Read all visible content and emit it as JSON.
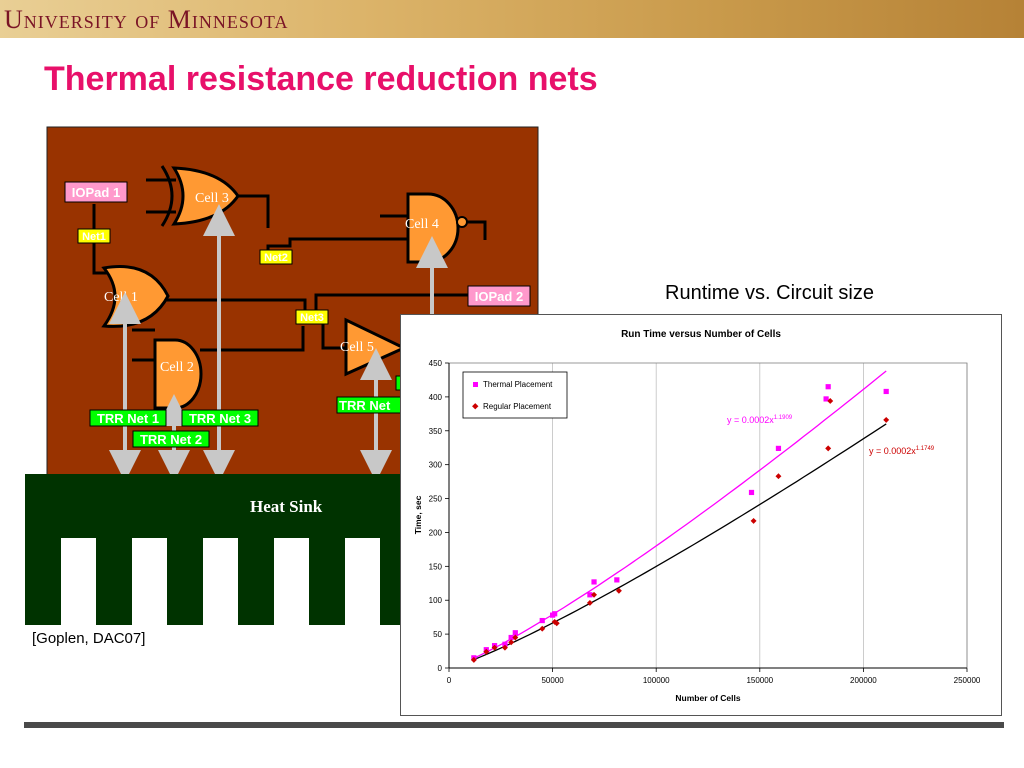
{
  "header": {
    "banner_text": "University of Minnesota"
  },
  "slide": {
    "title": "Thermal resistance reduction nets",
    "caption": "Runtime vs. Circuit size",
    "citation": "[Goplen, DAC07]"
  },
  "diagram": {
    "background_color": "#993300",
    "heat_sink_color": "#003300",
    "iopad_1": "IOPad 1",
    "iopad_2": "IOPad 2",
    "cell_1": "Cell 1",
    "cell_2": "Cell 2",
    "cell_3": "Cell 3",
    "cell_4": "Cell 4",
    "cell_5": "Cell 5",
    "net_1": "Net1",
    "net_2": "Net2",
    "net_3": "Net3",
    "trr_net_1": "TRR Net 1",
    "trr_net_2": "TRR Net 2",
    "trr_net_3": "TRR Net 3",
    "trr_net_4": "TRR Net",
    "heat_sink": "Heat Sink"
  },
  "chart_data": {
    "type": "scatter",
    "title": "Run Time versus Number of Cells",
    "xlabel": "Number of Cells",
    "ylabel": "Time, sec",
    "xlim": [
      0,
      250000
    ],
    "ylim": [
      0,
      450
    ],
    "x_ticks": [
      0,
      50000,
      100000,
      150000,
      200000,
      250000
    ],
    "y_ticks": [
      0,
      50,
      100,
      150,
      200,
      250,
      300,
      350,
      400,
      450
    ],
    "grid": "vertical",
    "legend_position": "top-left",
    "series": [
      {
        "name": "Thermal Placement",
        "color": "#ff00ff",
        "marker": "square",
        "points": [
          [
            12000,
            15
          ],
          [
            18000,
            27
          ],
          [
            22000,
            33
          ],
          [
            27000,
            35
          ],
          [
            30000,
            45
          ],
          [
            32000,
            52
          ],
          [
            45000,
            70
          ],
          [
            50000,
            78
          ],
          [
            51000,
            80
          ],
          [
            68000,
            108
          ],
          [
            70000,
            127
          ],
          [
            81000,
            130
          ],
          [
            146000,
            259
          ],
          [
            159000,
            324
          ],
          [
            182000,
            397
          ],
          [
            183000,
            415
          ],
          [
            211000,
            408
          ]
        ],
        "trend_label": "y = 0.0002x",
        "trend_exponent": "1.1909",
        "trend_a": 0.0002,
        "trend_b": 1.1909
      },
      {
        "name": "Regular Placement",
        "color": "#cc0000",
        "marker": "diamond",
        "points": [
          [
            12000,
            12
          ],
          [
            18000,
            24
          ],
          [
            22000,
            30
          ],
          [
            27000,
            30
          ],
          [
            30000,
            38
          ],
          [
            32000,
            45
          ],
          [
            45000,
            58
          ],
          [
            51000,
            68
          ],
          [
            52000,
            66
          ],
          [
            68000,
            96
          ],
          [
            70000,
            108
          ],
          [
            82000,
            114
          ],
          [
            147000,
            217
          ],
          [
            159000,
            283
          ],
          [
            183000,
            324
          ],
          [
            184000,
            394
          ],
          [
            211000,
            366
          ]
        ],
        "trend_label": "y = 0.0002x",
        "trend_exponent": "1.1749",
        "trend_a": 0.0002,
        "trend_b": 1.1749
      }
    ]
  }
}
